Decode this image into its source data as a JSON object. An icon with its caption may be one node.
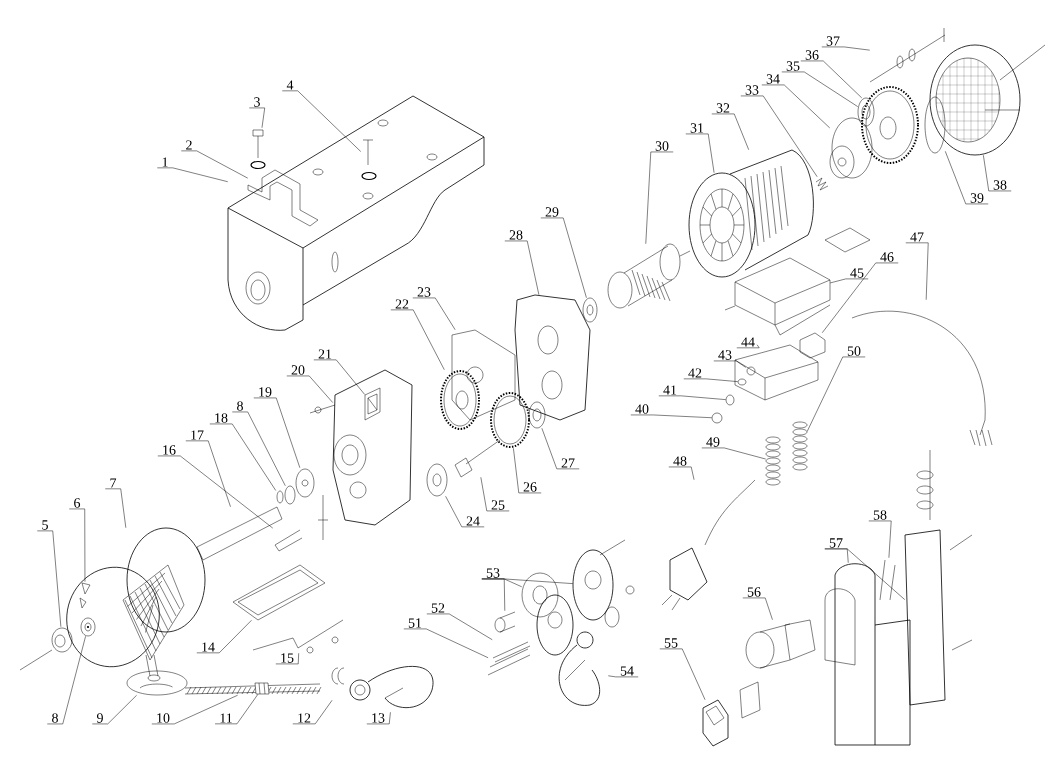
{
  "diagram": {
    "nodes": [
      {
        "text": [
          "1"
        ]
      },
      {
        "text": [
          "2"
        ]
      },
      {
        "text": [
          "3"
        ]
      },
      {
        "text": [
          "4"
        ]
      },
      {
        "text": [
          "5"
        ]
      },
      {
        "text": [
          "6"
        ]
      },
      {
        "text": [
          "7"
        ]
      },
      {
        "text": [
          "8"
        ]
      },
      {
        "text": [
          "8"
        ]
      },
      {
        "text": [
          "9"
        ]
      },
      {
        "text": [
          "10"
        ]
      },
      {
        "text": [
          "11"
        ]
      },
      {
        "text": [
          "12"
        ]
      },
      {
        "text": [
          "13"
        ]
      },
      {
        "text": [
          "14"
        ]
      },
      {
        "text": [
          "15"
        ]
      },
      {
        "text": [
          "16"
        ]
      },
      {
        "text": [
          "17"
        ]
      },
      {
        "text": [
          "18"
        ]
      },
      {
        "text": [
          "19"
        ]
      },
      {
        "text": [
          "20"
        ]
      },
      {
        "text": [
          "21"
        ]
      },
      {
        "text": [
          "22"
        ]
      },
      {
        "text": [
          "23"
        ]
      },
      {
        "text": [
          "24"
        ]
      },
      {
        "text": [
          "25"
        ]
      },
      {
        "text": [
          "26"
        ]
      },
      {
        "text": [
          "27"
        ]
      },
      {
        "text": [
          "28"
        ]
      },
      {
        "text": [
          "29"
        ]
      },
      {
        "text": [
          "30"
        ]
      },
      {
        "text": [
          "31"
        ]
      },
      {
        "text": [
          "32"
        ]
      },
      {
        "text": [
          "33"
        ]
      },
      {
        "text": [
          "34"
        ]
      },
      {
        "text": [
          "35"
        ]
      },
      {
        "text": [
          "36"
        ]
      },
      {
        "text": [
          "37"
        ]
      },
      {
        "text": [
          "38"
        ]
      },
      {
        "text": [
          "39"
        ]
      },
      {
        "text": [
          "40"
        ]
      },
      {
        "text": [
          "41"
        ]
      },
      {
        "text": [
          "42"
        ]
      },
      {
        "text": [
          "43"
        ]
      },
      {
        "text": [
          "44"
        ]
      },
      {
        "text": [
          "45"
        ]
      },
      {
        "text": [
          "46"
        ]
      },
      {
        "text": [
          "47"
        ]
      },
      {
        "text": [
          "48"
        ]
      },
      {
        "text": [
          "49"
        ]
      },
      {
        "text": [
          "50"
        ]
      },
      {
        "text": [
          "51"
        ]
      },
      {
        "text": [
          "52"
        ]
      },
      {
        "text": [
          "53"
        ]
      },
      {
        "text": [
          "54"
        ]
      },
      {
        "text": [
          "55"
        ]
      },
      {
        "text": [
          "56"
        ]
      },
      {
        "text": [
          "57"
        ]
      },
      {
        "text": [
          "58"
        ]
      },
      {
        "text": [],
        "shape": "picture"
      },
      {
        "text": [],
        "shape": "picture",
        "in": 59
      },
      {
        "text": [],
        "shape": "picture",
        "in": 59
      },
      {
        "text": [],
        "shape": "picture",
        "in": 59
      },
      {
        "text": [],
        "shape": "picture"
      },
      {
        "text": [],
        "shape": "picture"
      },
      {
        "text": [],
        "shape": "picture",
        "in": 64
      },
      {
        "text": [],
        "shape": "picture",
        "in": 64
      },
      {
        "text": [],
        "shape": "picture"
      },
      {
        "text": [],
        "shape": "picture"
      },
      {
        "text": [],
        "shape": "picture",
        "in": 68
      },
      {
        "text": [],
        "shape": "picture"
      },
      {
        "text": [],
        "shape": "picture"
      },
      {
        "text": [],
        "shape": "picture"
      },
      {
        "text": [],
        "shape": "picture"
      },
      {
        "text": [],
        "shape": "picture"
      },
      {
        "text": [],
        "shape": "picture"
      },
      {
        "text": [],
        "shape": "picture"
      },
      {
        "text": [],
        "shape": "picture"
      },
      {
        "text": [],
        "shape": "picture"
      },
      {
        "text": [],
        "shape": "picture"
      },
      {
        "text": [],
        "shape": "picture",
        "in": 79
      },
      {
        "text": [],
        "shape": "picture"
      },
      {
        "text": [],
        "shape": "picture"
      },
      {
        "text": [],
        "shape": "picture"
      },
      {
        "text": [],
        "shape": "picture"
      },
      {
        "text": [],
        "shape": "picture"
      },
      {
        "text": [],
        "shape": "picture"
      },
      {
        "text": [],
        "shape": "picture"
      },
      {
        "text": [],
        "shape": "picture"
      },
      {
        "text": [],
        "shape": "picture"
      },
      {
        "text": [],
        "shape": "picture"
      },
      {
        "text": [],
        "shape": "picture"
      },
      {
        "text": [],
        "shape": "picture"
      },
      {
        "text": [],
        "shape": "picture"
      },
      {
        "text": [],
        "shape": "picture"
      },
      {
        "text": [],
        "shape": "picture"
      },
      {
        "text": [],
        "shape": "picture"
      },
      {
        "text": [],
        "shape": "picture"
      },
      {
        "text": [],
        "shape": "picture"
      },
      {
        "text": [],
        "shape": "picture"
      },
      {
        "text": [],
        "shape": "picture"
      },
      {
        "text": [],
        "shape": "picture"
      },
      {
        "text": [],
        "shape": "picture",
        "in": 101
      },
      {
        "text": [],
        "shape": "picture",
        "in": 101
      },
      {
        "text": [],
        "shape": "picture"
      },
      {
        "text": [],
        "shape": "picture"
      },
      {
        "text": [],
        "shape": "picture"
      },
      {
        "text": [],
        "shape": "picture"
      },
      {
        "text": [],
        "shape": "picture"
      },
      {
        "text": [],
        "shape": "picture"
      },
      {
        "text": [],
        "shape": "picture"
      },
      {
        "text": [],
        "shape": "picture"
      },
      {
        "text": [],
        "shape": "picture"
      },
      {
        "text": [],
        "shape": "picture"
      },
      {
        "text": [],
        "shape": "picture"
      },
      {
        "text": [],
        "shape": "picture"
      },
      {
        "text": [],
        "shape": "picture"
      },
      {
        "text": [],
        "shape": "picture"
      },
      {
        "text": [],
        "shape": "picture"
      },
      {
        "text": [],
        "shape": "picture"
      },
      {
        "text": [],
        "shape": "picture"
      }
    ],
    "edges": [
      {
        "from": 0,
        "to": 59,
        "arrow": "none"
      },
      {
        "from": 1,
        "to": 60,
        "arrow": "none"
      },
      {
        "from": 2,
        "to": 61,
        "arrow": "none"
      },
      {
        "from": 3,
        "to": 62,
        "arrow": "none"
      },
      {
        "from": 4,
        "to": 63,
        "arrow": "none"
      },
      {
        "from": 5,
        "to": 65,
        "arrow": "none"
      },
      {
        "from": 6,
        "to": 64,
        "arrow": "none"
      },
      {
        "from": 7,
        "to": 66,
        "arrow": "none"
      },
      {
        "from": 8,
        "to": 77,
        "arrow": "none"
      },
      {
        "from": 9,
        "to": 67,
        "arrow": "none"
      },
      {
        "from": 10,
        "to": 68,
        "arrow": "none"
      },
      {
        "from": 11,
        "to": 69,
        "arrow": "none"
      },
      {
        "from": 12,
        "to": 70,
        "arrow": "none"
      },
      {
        "from": 13,
        "to": 71,
        "arrow": "none"
      },
      {
        "from": 14,
        "to": 72,
        "arrow": "none"
      },
      {
        "from": 15,
        "to": 73,
        "arrow": "none"
      },
      {
        "from": 16,
        "to": 74,
        "arrow": "none"
      },
      {
        "from": 17,
        "to": 75,
        "arrow": "none"
      },
      {
        "from": 18,
        "to": 76,
        "arrow": "none"
      },
      {
        "from": 19,
        "to": 78,
        "arrow": "none"
      },
      {
        "from": 20,
        "to": 79,
        "arrow": "none"
      },
      {
        "from": 21,
        "to": 80,
        "arrow": "none"
      },
      {
        "from": 22,
        "to": 81,
        "arrow": "none"
      },
      {
        "from": 23,
        "to": 82,
        "arrow": "none"
      },
      {
        "from": 24,
        "to": 83,
        "arrow": "none"
      },
      {
        "from": 25,
        "to": 84,
        "arrow": "none"
      },
      {
        "from": 26,
        "to": 85,
        "arrow": "none"
      },
      {
        "from": 27,
        "to": 86,
        "arrow": "none"
      },
      {
        "from": 28,
        "to": 87,
        "arrow": "none"
      },
      {
        "from": 29,
        "to": 88,
        "arrow": "none"
      },
      {
        "from": 30,
        "to": 89,
        "arrow": "none"
      },
      {
        "from": 31,
        "to": 90,
        "arrow": "none"
      },
      {
        "from": 32,
        "to": 91,
        "arrow": "none"
      },
      {
        "from": 33,
        "to": 92,
        "arrow": "none"
      },
      {
        "from": 34,
        "to": 93,
        "arrow": "none"
      },
      {
        "from": 35,
        "to": 94,
        "arrow": "none"
      },
      {
        "from": 36,
        "to": 95,
        "arrow": "none"
      },
      {
        "from": 37,
        "to": 96,
        "arrow": "none"
      },
      {
        "from": 38,
        "to": 97,
        "arrow": "none"
      },
      {
        "from": 39,
        "to": 98,
        "arrow": "none"
      },
      {
        "from": 40,
        "to": 99,
        "arrow": "none"
      },
      {
        "from": 41,
        "to": 100,
        "arrow": "none"
      },
      {
        "from": 42,
        "to": 102,
        "arrow": "none"
      },
      {
        "from": 43,
        "to": 103,
        "arrow": "none"
      },
      {
        "from": 44,
        "to": 101,
        "arrow": "none"
      },
      {
        "from": 45,
        "to": 104,
        "arrow": "none"
      },
      {
        "from": 46,
        "to": 105,
        "arrow": "none"
      },
      {
        "from": 47,
        "to": 106,
        "arrow": "none"
      },
      {
        "from": 48,
        "to": 107,
        "arrow": "none"
      },
      {
        "from": 49,
        "to": 108,
        "arrow": "none"
      },
      {
        "from": 50,
        "to": 109,
        "arrow": "none"
      },
      {
        "from": 51,
        "to": 110,
        "arrow": "none"
      },
      {
        "from": 52,
        "to": 111,
        "arrow": "none"
      },
      {
        "from": 53,
        "to": 112,
        "arrow": "none"
      },
      {
        "from": 53,
        "to": 113,
        "arrow": "none"
      },
      {
        "from": 53,
        "to": 114,
        "arrow": "none"
      },
      {
        "from": 54,
        "to": 115,
        "arrow": "none"
      },
      {
        "from": 55,
        "to": 116,
        "arrow": "none"
      },
      {
        "from": 56,
        "to": 117,
        "arrow": "none"
      },
      {
        "from": 57,
        "to": 118,
        "arrow": "none"
      },
      {
        "from": 57,
        "to": 119,
        "arrow": "none"
      },
      {
        "from": 58,
        "to": 120,
        "arrow": "none"
      }
    ]
  }
}
